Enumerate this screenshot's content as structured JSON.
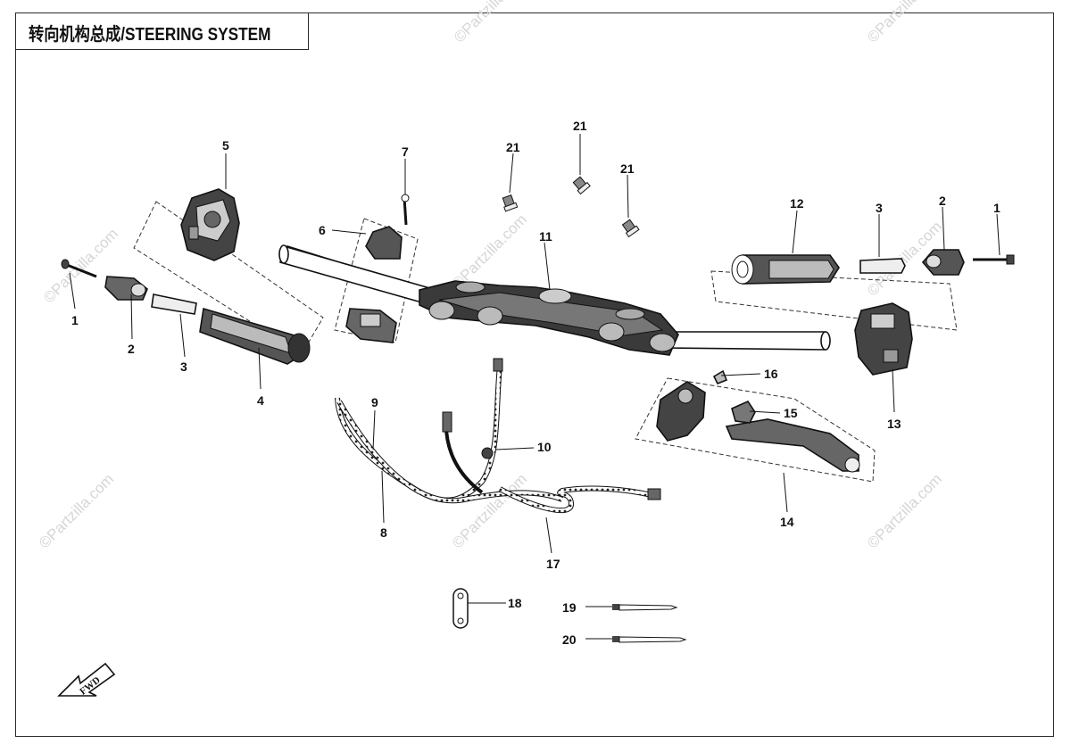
{
  "title": "转向机构总成/STEERING SYSTEM",
  "watermark": "©Partzilla.com",
  "fwd_label": "FWD",
  "callouts": {
    "c1_left": "1",
    "c2_left": "2",
    "c3_left": "3",
    "c4": "4",
    "c5": "5",
    "c6": "6",
    "c7": "7",
    "c8": "8",
    "c9": "9",
    "c10": "10",
    "c11": "11",
    "c12": "12",
    "c3_right": "3",
    "c2_right": "2",
    "c1_right": "1",
    "c13": "13",
    "c14": "14",
    "c15": "15",
    "c16": "16",
    "c17": "17",
    "c18": "18",
    "c19": "19",
    "c20": "20",
    "c21_a": "21",
    "c21_b": "21",
    "c21_c": "21"
  },
  "colors": {
    "line": "#111111",
    "watermark": "#d6d6d6",
    "dark_fill": "#333333",
    "mid_fill": "#9a9a9a",
    "light_fill": "#e8e8e8"
  }
}
